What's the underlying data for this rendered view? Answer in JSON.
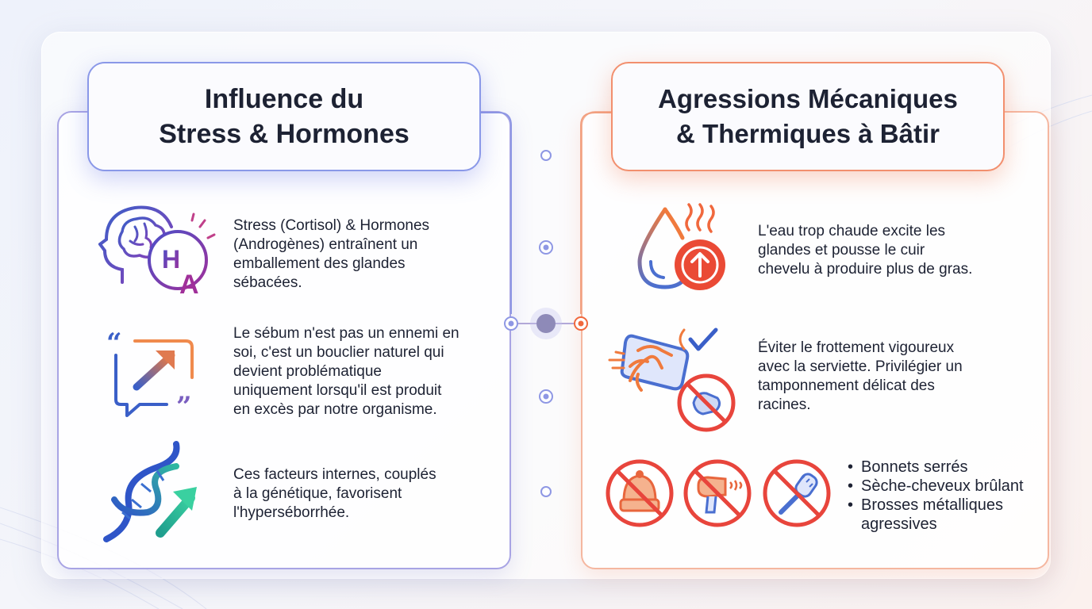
{
  "left": {
    "title_line1": "Influence du",
    "title_line2": "Stress & Hormones",
    "items": [
      {
        "icon": "brain-hormone-icon",
        "text_lines": [
          "Stress (Cortisol) & Hormones",
          "(Androgènes) entraînent un",
          "emballement des glandes",
          "sébacées."
        ],
        "icon_letters": "HA"
      },
      {
        "icon": "quote-arrow-icon",
        "text_lines": [
          "Le sébum n'est pas un ennemi en",
          "soi, c'est un bouclier naturel qui",
          "devient problématique",
          "uniquement lorsqu'il est produit",
          "en excès par notre organisme."
        ]
      },
      {
        "icon": "dna-arrow-icon",
        "text_lines": [
          "Ces facteurs internes, couplés",
          "à la génétique, favorisent",
          "l'hyperséborrhée."
        ]
      }
    ]
  },
  "right": {
    "title_line1": "Agressions Mécaniques",
    "title_line2": "& Thermiques à Bâtir",
    "items": [
      {
        "icon": "hot-water-drop-icon",
        "text_lines": [
          "L'eau trop chaude excite les",
          "glandes et pousse le cuir",
          "chevelu à produire plus de gras."
        ]
      },
      {
        "icon": "towel-pat-icon",
        "text_lines": [
          "Éviter le frottement vigoureux",
          "avec la serviette. Privilégier un",
          "tamponnement délicat des",
          "racines."
        ]
      }
    ],
    "bullets": [
      "Bonnets serrés",
      "Sèche-cheveux brûlant",
      "Brosses métalliques",
      "agressives"
    ]
  },
  "colors": {
    "left_accent": "#7b78e0",
    "right_accent": "#f0683d",
    "prohibited_red": "#e8453c"
  }
}
